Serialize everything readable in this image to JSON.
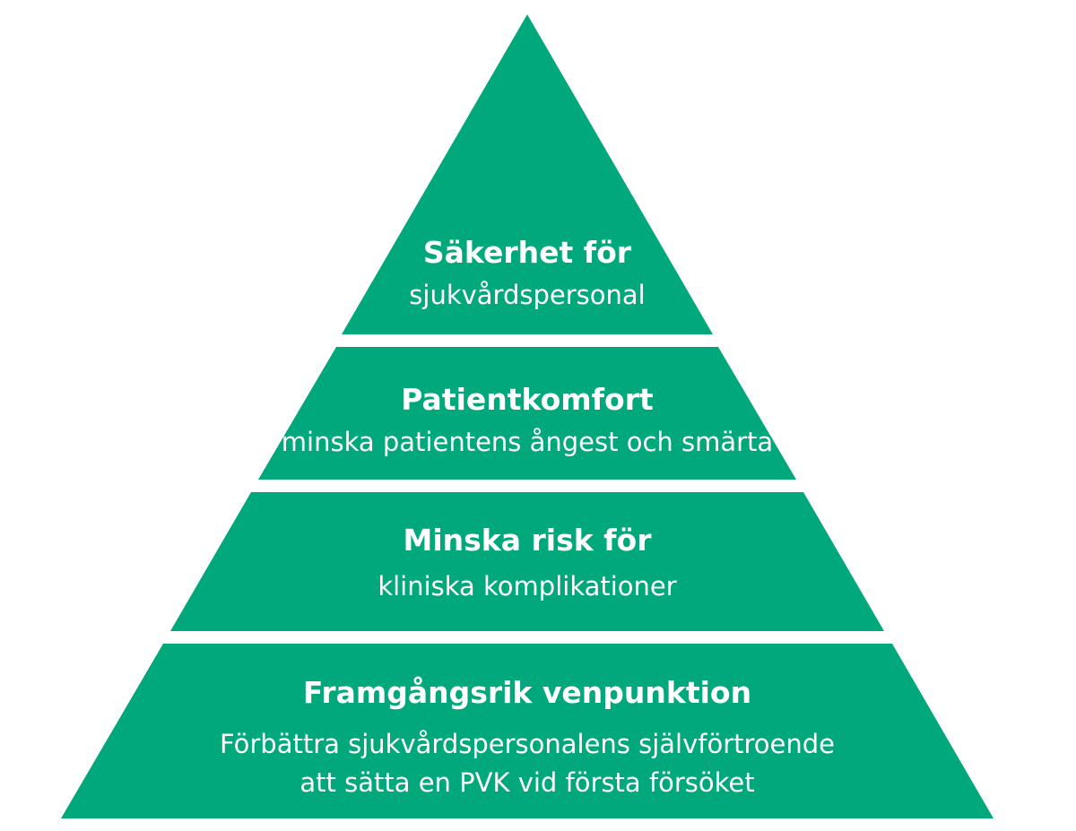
{
  "colors": {
    "tier_fill": "#00a87b",
    "text": "#ffffff",
    "background": "#ffffff"
  },
  "tiers": [
    {
      "title": "Säkerhet för",
      "lines": [
        "sjukvårdspersonal"
      ]
    },
    {
      "title": "Patientkomfort",
      "lines": [
        "minska patientens ångest och smärta"
      ]
    },
    {
      "title": "Minska risk för",
      "lines": [
        "kliniska komplikationer"
      ]
    },
    {
      "title": "Framgångsrik venpunktion",
      "lines": [
        "Förbättra sjukvårdspersonalens självförtroende",
        "att sätta en PVK vid första försöket"
      ]
    }
  ]
}
